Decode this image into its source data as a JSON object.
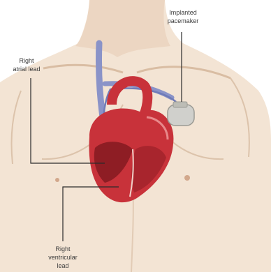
{
  "labels": {
    "pacemaker_line1": "Implanted",
    "pacemaker_line2": "pacemaker",
    "atrial_line1": "Right",
    "atrial_line2": "atrial lead",
    "ventricular_line1": "Right",
    "ventricular_line2": "ventricular",
    "ventricular_line3": "lead"
  },
  "colors": {
    "skin": "#f3e4d4",
    "skin_shadow": "#d9bda3",
    "heart": "#c8323a",
    "heart_dark": "#8e1d24",
    "vein": "#8a93c8",
    "lead_wire": "#6f7bb8",
    "device": "#d0d0cc",
    "leader_line": "#2b2b2b"
  },
  "icons": [
    "torso-illustration",
    "heart-illustration",
    "pacemaker-device-icon"
  ]
}
